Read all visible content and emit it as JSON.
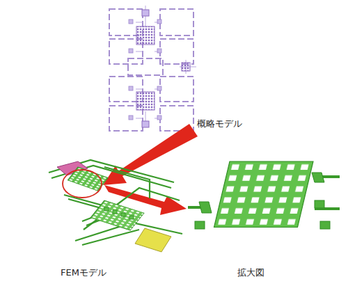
{
  "diagram": {
    "labels": [
      "概略モデル",
      "FEMモデル",
      "拡大図"
    ]
  }
}
